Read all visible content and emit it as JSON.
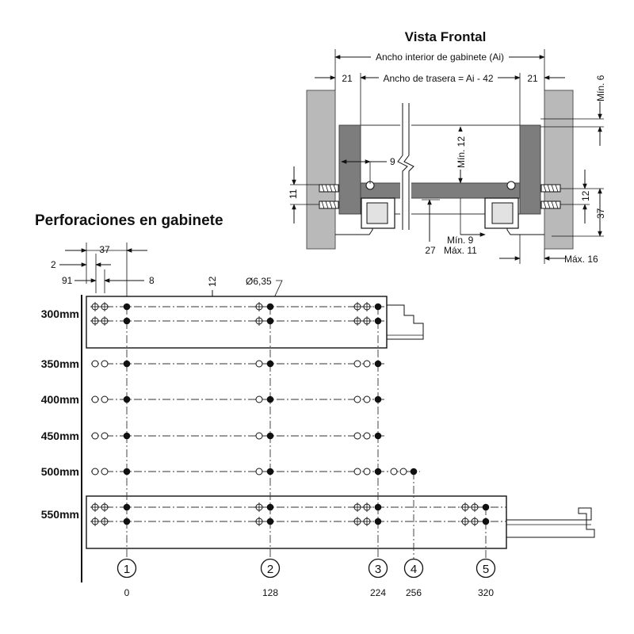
{
  "front_view": {
    "title": "Vista Frontal",
    "cabinet_width_label": "Ancho interior de gabinete (Ai)",
    "back_width_label": "Ancho de trasera = Ai - 42",
    "side_left": "21",
    "side_right": "21",
    "min6": "Mín. 6",
    "min12": "Mín. 12",
    "dim9": "9",
    "dim11": "11",
    "dim12": "12",
    "dim37": "37",
    "dim27": "27",
    "min9": "Mín. 9",
    "max11": "Máx. 11",
    "max16": "Máx. 16"
  },
  "cabinet_drilling": {
    "title": "Perforaciones en gabinete",
    "dim37": "37",
    "dim2": "2",
    "dim91": "91",
    "dim8": "8",
    "dim12": "12",
    "hole_dia": "Ø6,35",
    "rows": [
      "300mm",
      "350mm",
      "400mm",
      "450mm",
      "500mm",
      "550mm"
    ],
    "positions": [
      {
        "num": "1",
        "value": "0"
      },
      {
        "num": "2",
        "value": "128"
      },
      {
        "num": "3",
        "value": "224"
      },
      {
        "num": "4",
        "value": "256"
      },
      {
        "num": "5",
        "value": "320"
      }
    ]
  }
}
